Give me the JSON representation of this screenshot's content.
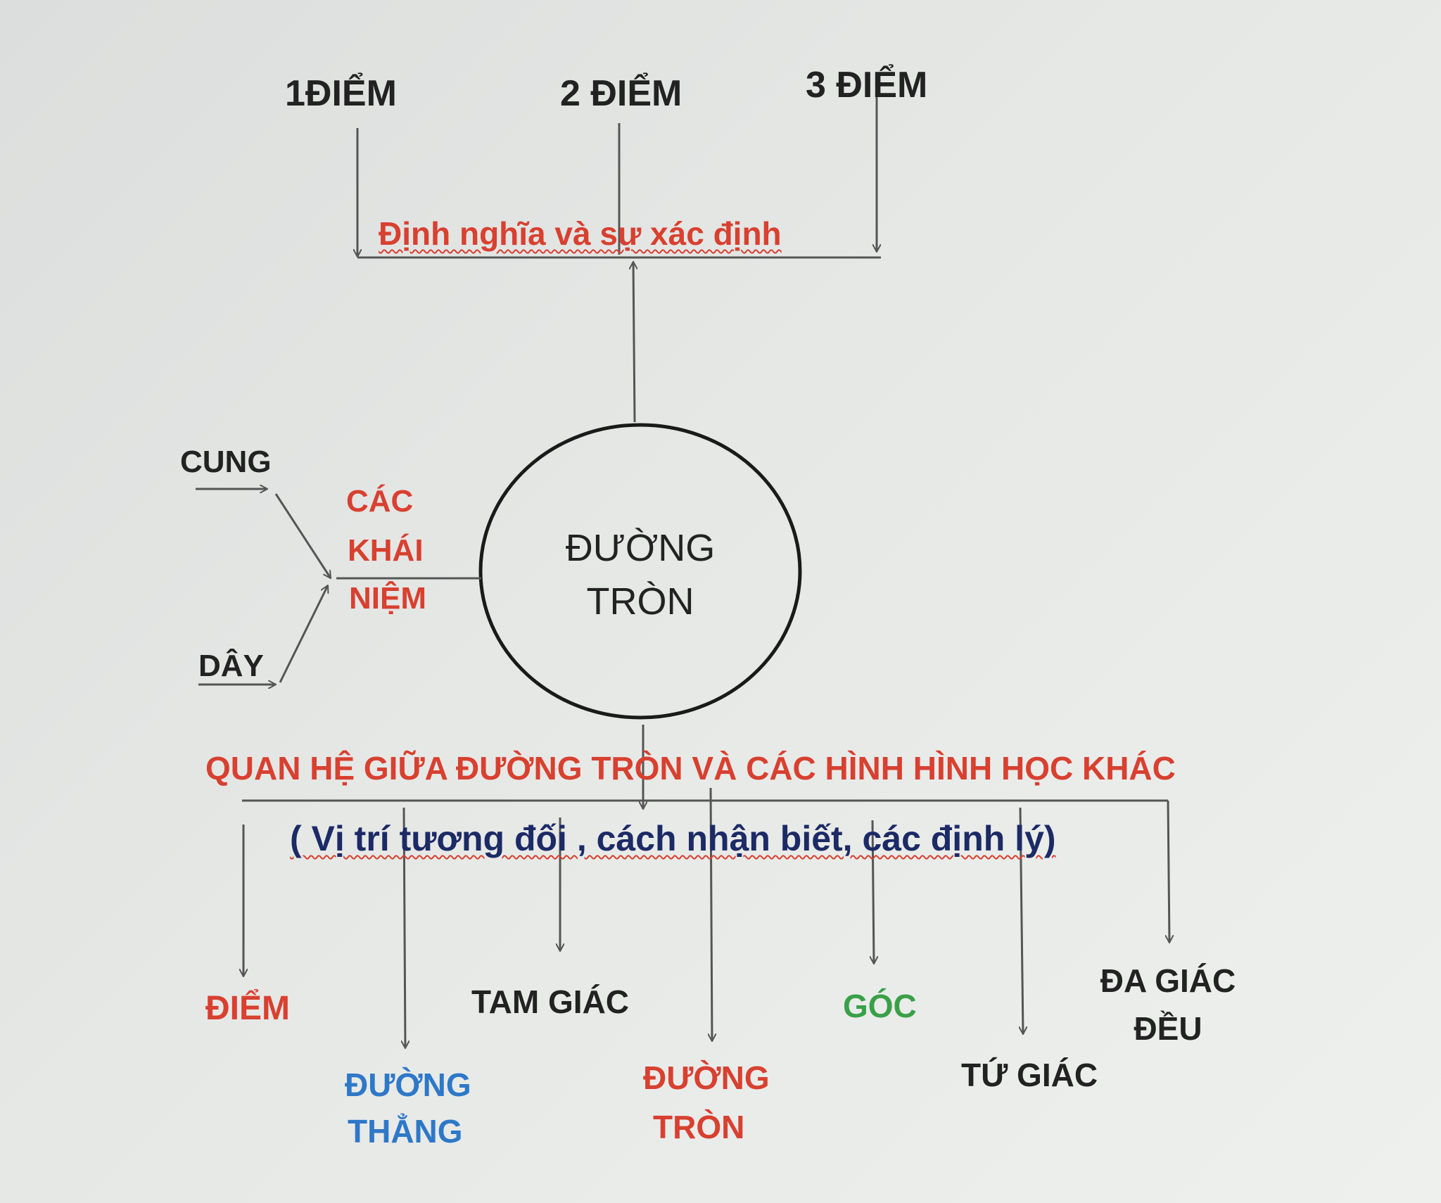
{
  "top_points": {
    "p1": "1ĐIỂM",
    "p2": "2 ĐIỂM",
    "p3": "3 ĐIỂM"
  },
  "definition": "Định nghĩa và sự xác định",
  "left": {
    "arc": "CUNG",
    "chord": "DÂY",
    "concepts": [
      "CÁC",
      "KHÁI",
      "NIỆM"
    ]
  },
  "circle": {
    "line1": "ĐƯỜNG",
    "line2": "TRÒN"
  },
  "relation_title": "QUAN HỆ GIỮA ĐƯỜNG TRÒN VÀ CÁC HÌNH HÌNH HỌC KHÁC",
  "relation_subtitle": "( Vị trí tương đối , cách nhận biết, các định lý)",
  "branches": {
    "point": "ĐIỂM",
    "line": [
      "ĐƯỜNG",
      "THẲNG"
    ],
    "triangle": "TAM GIÁC",
    "circle": [
      "ĐƯỜNG",
      "TRÒN"
    ],
    "angle": "GÓC",
    "quadrilateral": "TỨ GIÁC",
    "regular_polygon": [
      "ĐA GIÁC",
      "ĐỀU"
    ]
  },
  "colors": {
    "text_dark": "#222222",
    "accent_red": "#d84030",
    "blue": "#2e78c8",
    "green": "#3aa048",
    "navy": "#1c2a66"
  }
}
